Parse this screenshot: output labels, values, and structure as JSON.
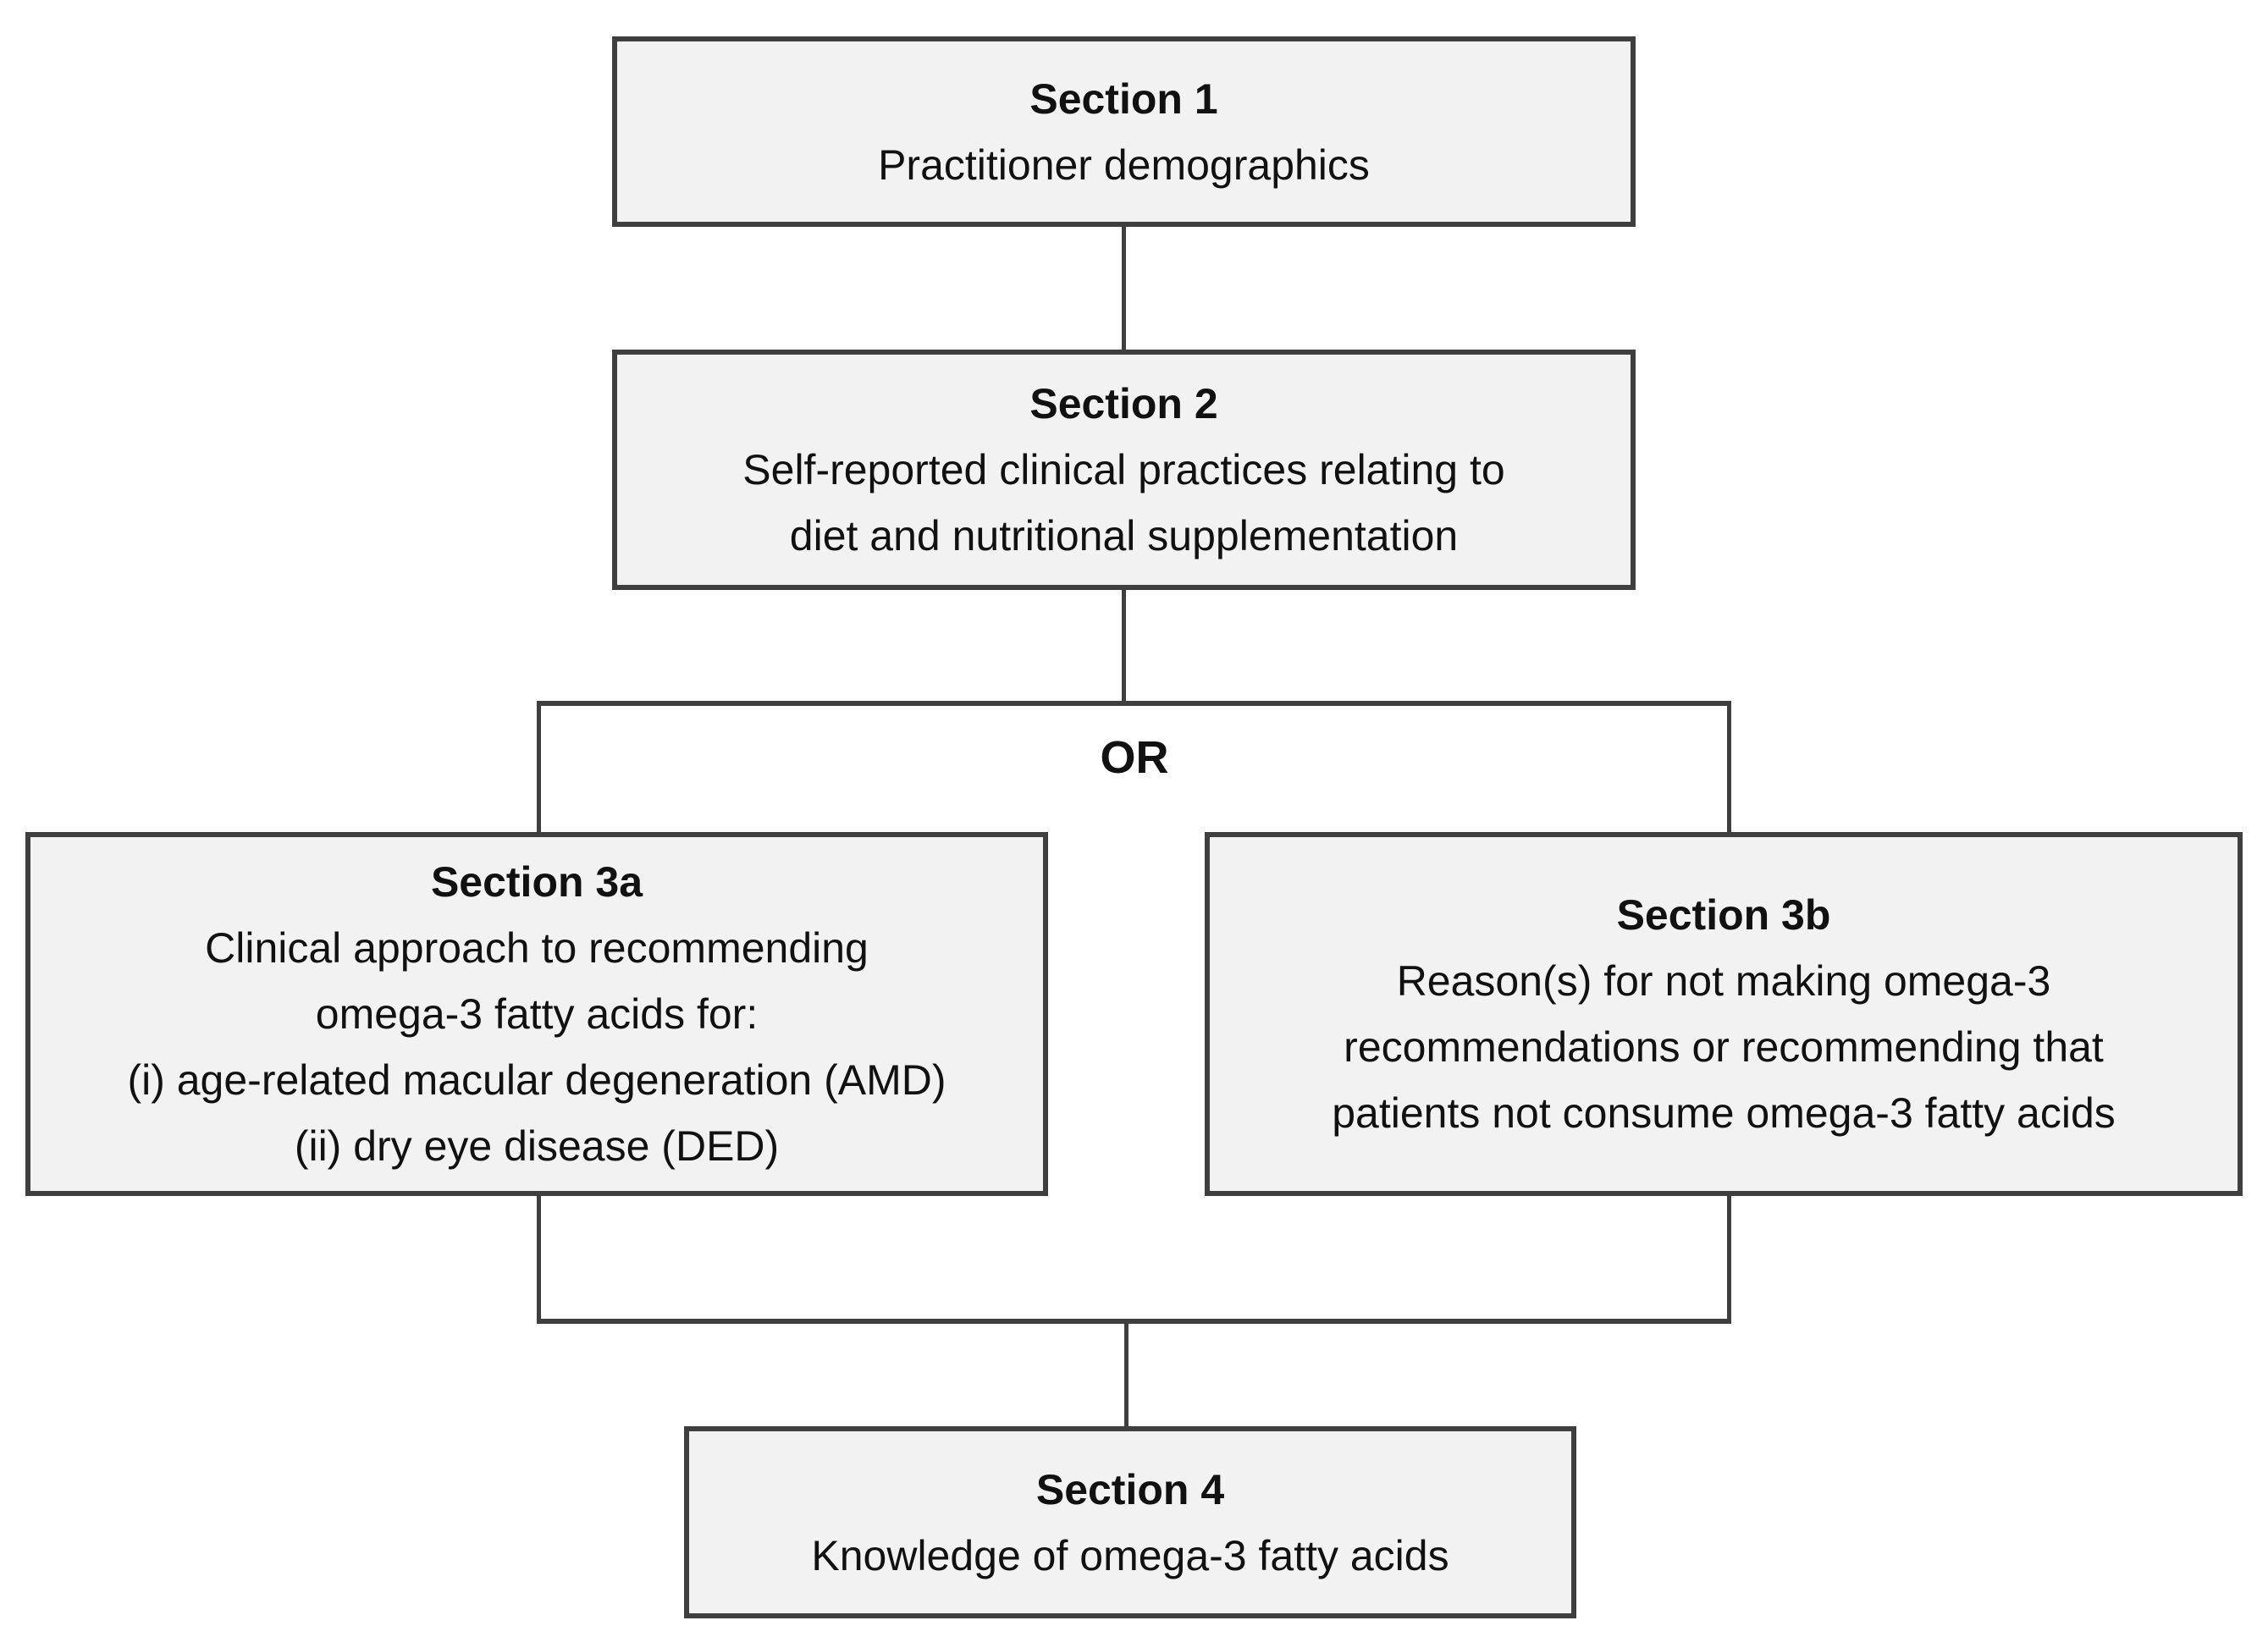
{
  "diagram": {
    "or_label": "OR",
    "colors": {
      "background": "#ffffff",
      "box_fill": "#f2f2f2",
      "box_border": "#3f3f3f",
      "connector_line": "#3f3f3f",
      "text": "#111111"
    },
    "boxes": [
      {
        "id": "section-1",
        "title": "Section 1",
        "lines": [
          "Practitioner demographics"
        ]
      },
      {
        "id": "section-2",
        "title": "Section 2",
        "lines": [
          "Self-reported clinical practices relating to",
          "diet and nutritional supplementation"
        ]
      },
      {
        "id": "section-3a",
        "title": "Section 3a",
        "lines": [
          "Clinical approach to recommending",
          "omega-3 fatty acids for:",
          "(i) age-related macular degeneration (AMD)",
          "(ii) dry eye disease (DED)"
        ]
      },
      {
        "id": "section-3b",
        "title": "Section 3b",
        "lines": [
          "Reason(s) for not making omega-3",
          "recommendations or recommending that",
          "patients not consume omega-3 fatty acids"
        ]
      },
      {
        "id": "section-4",
        "title": "Section 4",
        "lines": [
          "Knowledge of  omega-3 fatty acids"
        ]
      }
    ]
  }
}
